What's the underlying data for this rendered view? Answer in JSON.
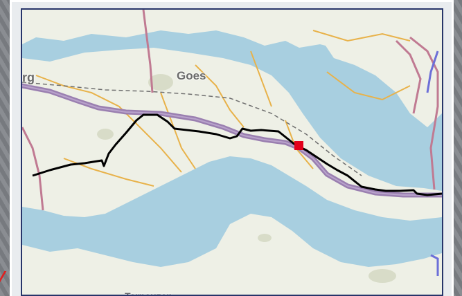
{
  "map": {
    "labels": {
      "goes": "Goes",
      "rg": "rg",
      "terneuzen": "Terneuzen"
    },
    "colors": {
      "water": "#a8cfe0",
      "land": "#eef0e6",
      "road_main": "#9a7fb0",
      "road_secondary": "#e8b24a",
      "road_border": "#c07a92",
      "track": "#000000",
      "marker": "#e3001b",
      "frame": "#27356a"
    },
    "marker": {
      "shape": "square",
      "color": "#e3001b"
    },
    "track": {
      "color": "#000000"
    }
  }
}
